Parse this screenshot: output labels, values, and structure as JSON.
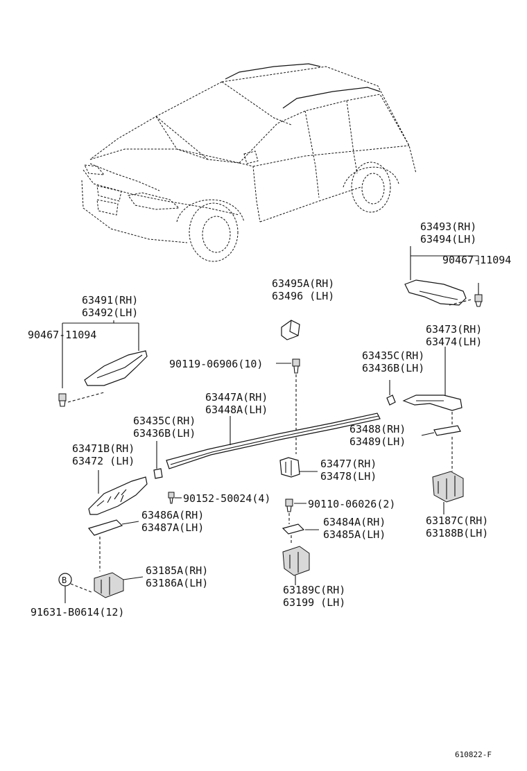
{
  "labels": {
    "p63493": "63493(RH)",
    "p63494": "63494(LH)",
    "p90467_r": "90467-11094",
    "p63491": "63491(RH)",
    "p63492": "63492(LH)",
    "p90467_l": "90467-11094",
    "p63495a": "63495A(RH)",
    "p63496": "63496  (LH)",
    "p63473": "63473(RH)",
    "p63474": "63474(LH)",
    "p63435c_r": "63435C(RH)",
    "p63436b_r": "63436B(LH)",
    "p90119": "90119-06906(10)",
    "p63447a": "63447A(RH)",
    "p63448a": "63448A(LH)",
    "p63435c_l": "63435C(RH)",
    "p63436b_l": "63436B(LH)",
    "p63488": "63488(RH)",
    "p63489": "63489(LH)",
    "p63471b": "63471B(RH)",
    "p63472": "63472  (LH)",
    "p63477": "63477(RH)",
    "p63478": "63478(LH)",
    "p90152": "90152-50024(4)",
    "p90110": "90110-06026(2)",
    "p63486a": "63486A(RH)",
    "p63487a": "63487A(LH)",
    "p63484a": "63484A(RH)",
    "p63485a": "63485A(LH)",
    "p63187c": "63187C(RH)",
    "p63188b": "63188B(LH)",
    "p63185a": "63185A(RH)",
    "p63186a": "63186A(LH)",
    "p63189c": "63189C(RH)",
    "p63199": "63199  (LH)",
    "bubble_b": "B",
    "p91631": "91631-B0614(12)",
    "drawing_no": "610822-F"
  }
}
